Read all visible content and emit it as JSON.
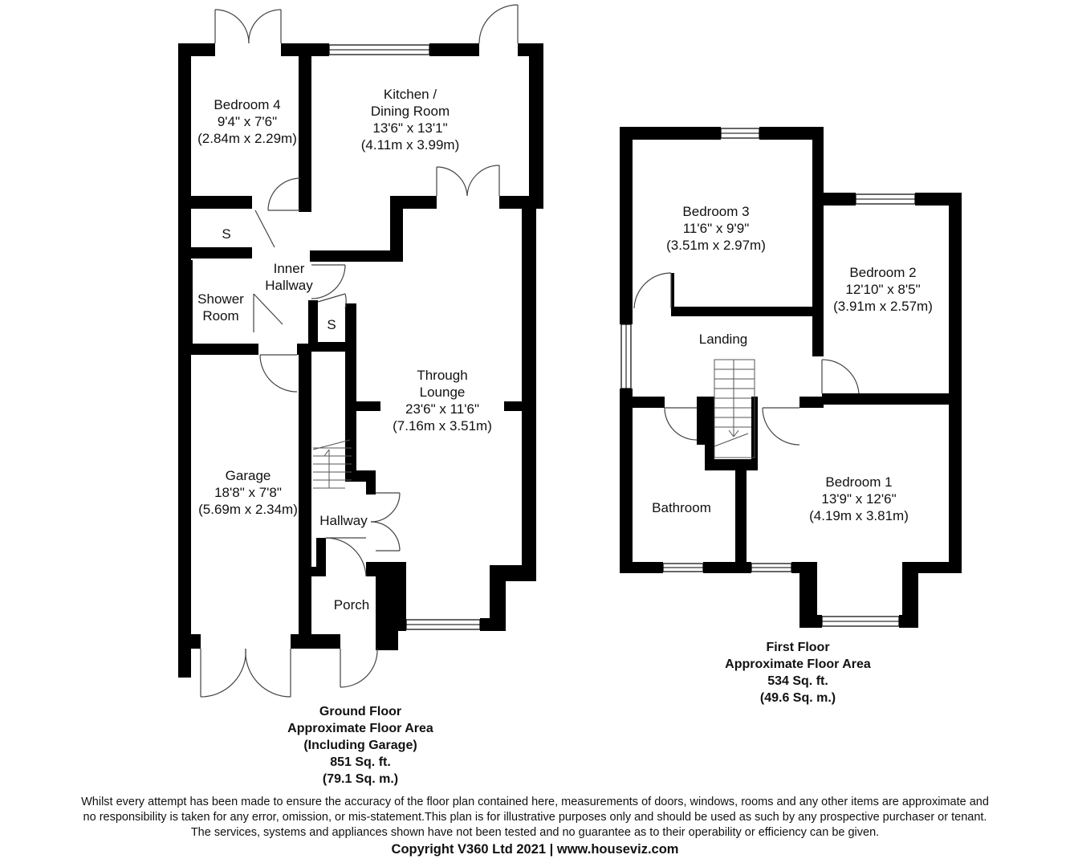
{
  "rooms": {
    "bedroom4": {
      "name": "Bedroom 4",
      "imperial": "9'4\" x 7'6\"",
      "metric": "(2.84m x 2.29m)"
    },
    "kitchen": {
      "name1": "Kitchen /",
      "name2": "Dining Room",
      "imperial": "13'6\" x 13'1\"",
      "metric": "(4.11m x 3.99m)"
    },
    "store1": {
      "name": "S"
    },
    "store2": {
      "name": "S"
    },
    "inner_hallway": {
      "name1": "Inner",
      "name2": "Hallway"
    },
    "shower_room": {
      "name1": "Shower",
      "name2": "Room"
    },
    "through_lounge": {
      "name1": "Through",
      "name2": "Lounge",
      "imperial": "23'6\" x 11'6\"",
      "metric": "(7.16m x 3.51m)"
    },
    "garage": {
      "name": "Garage",
      "imperial": "18'8\" x 7'8\"",
      "metric": "(5.69m x 2.34m)"
    },
    "hallway": {
      "name": "Hallway"
    },
    "porch": {
      "name": "Porch"
    },
    "bedroom3": {
      "name": "Bedroom 3",
      "imperial": "11'6\" x 9'9\"",
      "metric": "(3.51m x 2.97m)"
    },
    "bedroom2": {
      "name": "Bedroom 2",
      "imperial": "12'10\" x 8'5\"",
      "metric": "(3.91m x 2.57m)"
    },
    "landing": {
      "name": "Landing"
    },
    "bathroom": {
      "name": "Bathroom"
    },
    "bedroom1": {
      "name": "Bedroom 1",
      "imperial": "13'9\" x 12'6\"",
      "metric": "(4.19m x 3.81m)"
    }
  },
  "ground_floor": {
    "line1": "Ground Floor",
    "line2": "Approximate Floor Area",
    "line3": "(Including Garage)",
    "line4": "851 Sq. ft.",
    "line5": "(79.1 Sq. m.)"
  },
  "first_floor": {
    "line1": "First Floor",
    "line2": "Approximate Floor Area",
    "line3": "534 Sq. ft.",
    "line4": "(49.6 Sq. m.)"
  },
  "disclaimer": {
    "line1": "Whilst every attempt has been made to ensure the accuracy of the floor plan contained here, measurements of doors, windows, rooms and any other items are approximate and",
    "line2": "no responsibility is taken for any error, omission, or mis-statement.This plan is for illustrative purposes only and should be used as such by any prospective purchaser or tenant.",
    "line3": "The services, systems and appliances shown have not been tested and no guarantee as to their operability or efficiency can be given.",
    "copyright": "Copyright V360 Ltd 2021 | www.houseviz.com"
  }
}
